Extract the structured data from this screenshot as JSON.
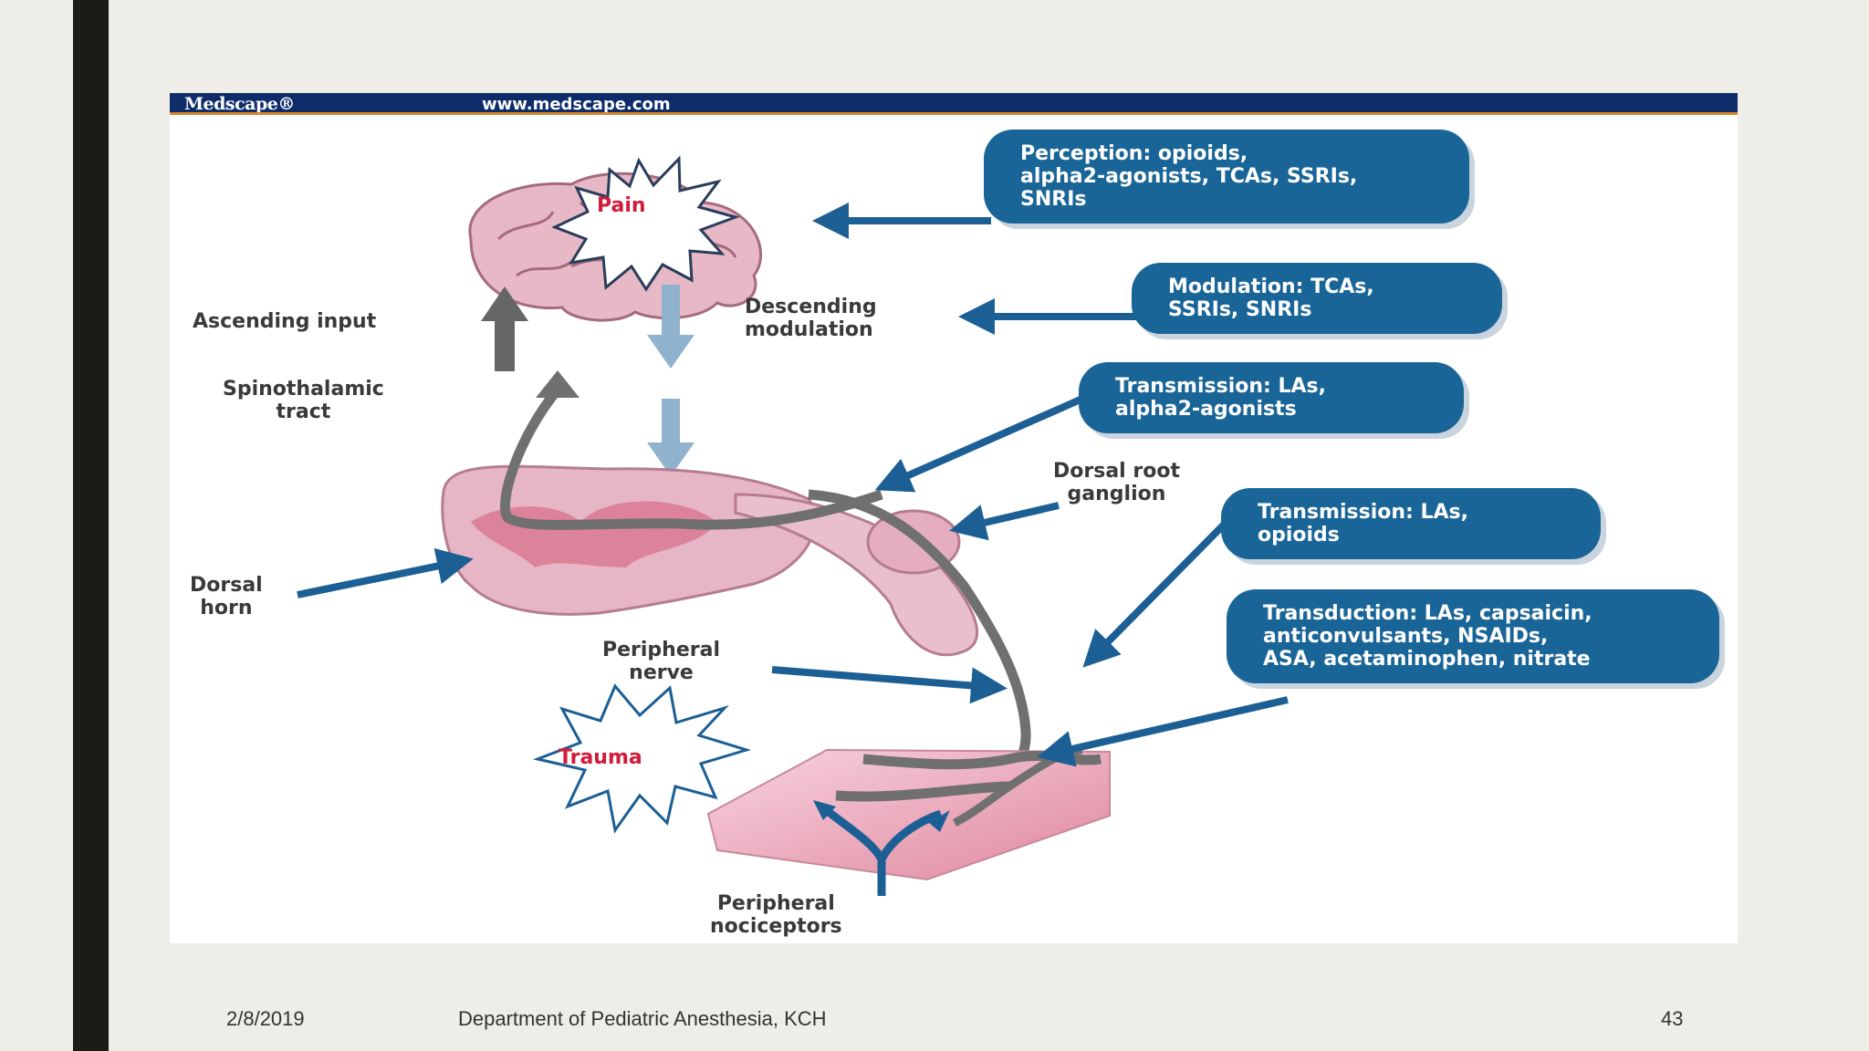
{
  "figure": {
    "header": {
      "logo": "Medscape®",
      "url": "www.medscape.com"
    },
    "bursts": {
      "pain": "Pain",
      "trauma": "Trauma"
    },
    "labels": {
      "ascending_input": "Ascending input",
      "spinothalamic_tract": "Spinothalamic\ntract",
      "descending_modulation": "Descending\nmodulation",
      "dorsal_root_ganglion": "Dorsal root\nganglion",
      "dorsal_horn": "Dorsal\nhorn",
      "peripheral_nerve": "Peripheral\nnerve",
      "peripheral_nociceptors": "Peripheral\nnociceptors"
    },
    "boxes": {
      "perception": "Perception: opioids,\nalpha2-agonists, TCAs, SSRIs,\nSNRIs",
      "modulation": "Modulation: TCAs,\nSSRIs, SNRIs",
      "transmission_1": "Transmission: LAs,\nalpha2-agonists",
      "transmission_2": "Transmission: LAs,\nopioids",
      "transduction": "Transduction: LAs, capsaicin,\nanticonvulsants, NSAIDs,\nASA, acetaminophen, nitrate"
    }
  },
  "footer": {
    "date": "2/8/2019",
    "department": "Department of Pediatric Anesthesia, KCH",
    "page_number": "43"
  },
  "colors": {
    "box_blue": "#1a6597",
    "arrow_blue": "#1c5f95",
    "header_navy": "#0e2c6a",
    "burst_red": "#d11b3a"
  }
}
